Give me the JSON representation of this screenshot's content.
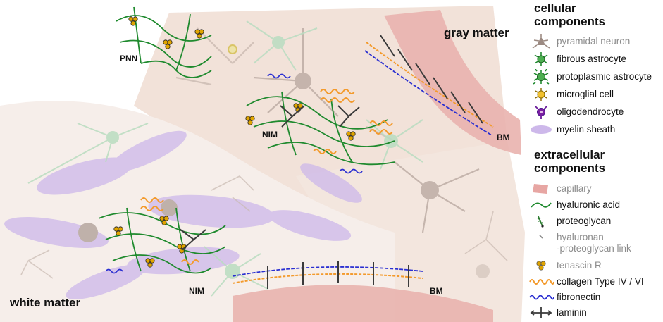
{
  "regions": {
    "gray_matter": "gray matter",
    "white_matter": "white matter"
  },
  "tags": {
    "pnn": "PNN",
    "nim_gray": "NIM",
    "nim_white": "NIM",
    "bm_gray": "BM",
    "bm_white": "BM"
  },
  "legend": {
    "cellular_title_1": "cellular",
    "cellular_title_2": "components",
    "cellular": [
      {
        "label": "pyramidal neuron",
        "icon": "pyramidal-neuron-icon",
        "muted": true
      },
      {
        "label": "fibrous astrocyte",
        "icon": "fibrous-astrocyte-icon",
        "muted": false
      },
      {
        "label": "protoplasmic astrocyte",
        "icon": "protoplasmic-astrocyte-icon",
        "muted": false
      },
      {
        "label": "microglial cell",
        "icon": "microglial-cell-icon",
        "muted": false
      },
      {
        "label": "oligodendrocyte",
        "icon": "oligodendrocyte-icon",
        "muted": false
      },
      {
        "label": "myelin sheath",
        "icon": "myelin-sheath-icon",
        "muted": false
      }
    ],
    "extracellular_title_1": "extracellular",
    "extracellular_title_2": "components",
    "extracellular": [
      {
        "label": "capillary",
        "icon": "capillary-icon",
        "muted": true
      },
      {
        "label": "hyaluronic acid",
        "icon": "hyaluronic-acid-icon",
        "muted": false
      },
      {
        "label": "proteoglycan",
        "icon": "proteoglycan-icon",
        "muted": false
      },
      {
        "label": "hyaluronan",
        "label2": "-proteoglycan link",
        "icon": "link-icon",
        "muted": true
      },
      {
        "label": "tenascin R",
        "icon": "tenascin-icon",
        "muted": true
      },
      {
        "label": "collagen Type IV / VI",
        "icon": "collagen-icon",
        "muted": false
      },
      {
        "label": "fibronectin",
        "icon": "fibronectin-icon",
        "muted": false
      },
      {
        "label": "laminin",
        "icon": "laminin-icon",
        "muted": false
      }
    ]
  },
  "colors": {
    "gray_tissue": "#f2e2d9",
    "white_tissue": "#f6eeea",
    "capillary": "#e7a6a3",
    "hyaluronic": "#1f8a2e",
    "proteoglycan": "#2e7d32",
    "collagen": "#f39a2c",
    "fibronectin": "#2a2fd1",
    "laminin": "#3a3a3a",
    "tenascin": "#e0a400",
    "myelin": "#cdb8ea",
    "astro": "#b9dcc0",
    "neuron": "#b9a9a1"
  }
}
